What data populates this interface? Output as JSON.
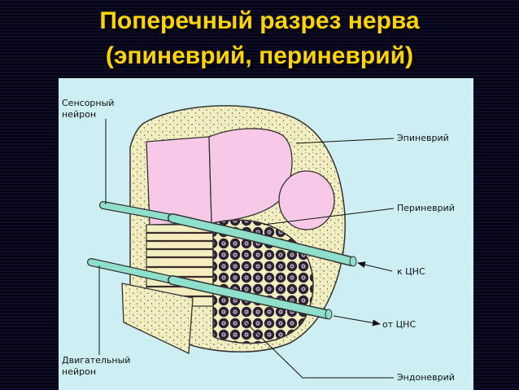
{
  "title": {
    "line1": "Поперечный разрез нерва",
    "line2": "(эпиневрий, периневрий)"
  },
  "labels": {
    "sensory_line1": "Сенсорный",
    "sensory_line2": "нейрон",
    "motor_line1": "Двигательный",
    "motor_line2": "нейрон",
    "epineurium": "Эпиневрий",
    "perineurium": "Периневрий",
    "to_cns": "к ЦНС",
    "from_cns": "от ЦНС",
    "endoneurium": "Эндоневрий"
  },
  "colors": {
    "epineurium_fill": "#f3eec0",
    "fascicle_fill": "#f7c9e7",
    "axon_fill": "#8ee0cc",
    "panel_bg": "#cdeef3",
    "title": "#ffd400"
  }
}
